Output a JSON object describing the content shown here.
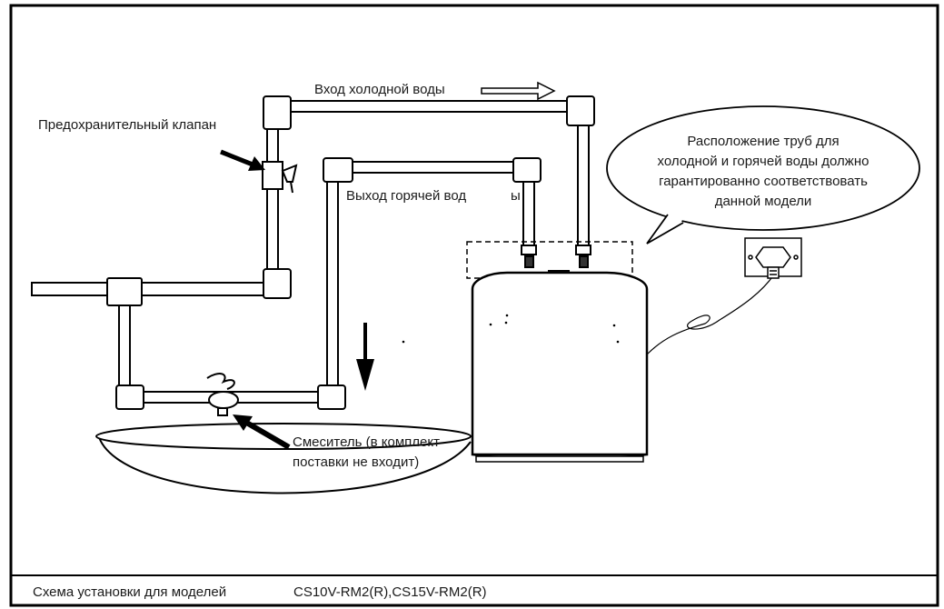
{
  "labels": {
    "cold_inlet": "Вход холодной воды",
    "safety_valve": "Предохранительный клапан",
    "hot_outlet_a": "Выход горячей вод",
    "hot_outlet_b": "ы",
    "mixer_line1": "Смеситель (в комплект",
    "mixer_line2": "поставки не входит)",
    "bubble_line1": "Расположение труб для",
    "bubble_line2": "холодной и горячей воды должно",
    "bubble_line3": "гарантированно соответствовать",
    "bubble_line4": "данной модели"
  },
  "caption": {
    "text": "Схема установки для моделей",
    "models": "CS10V-RM2(R),CS15V-RM2(R)"
  }
}
